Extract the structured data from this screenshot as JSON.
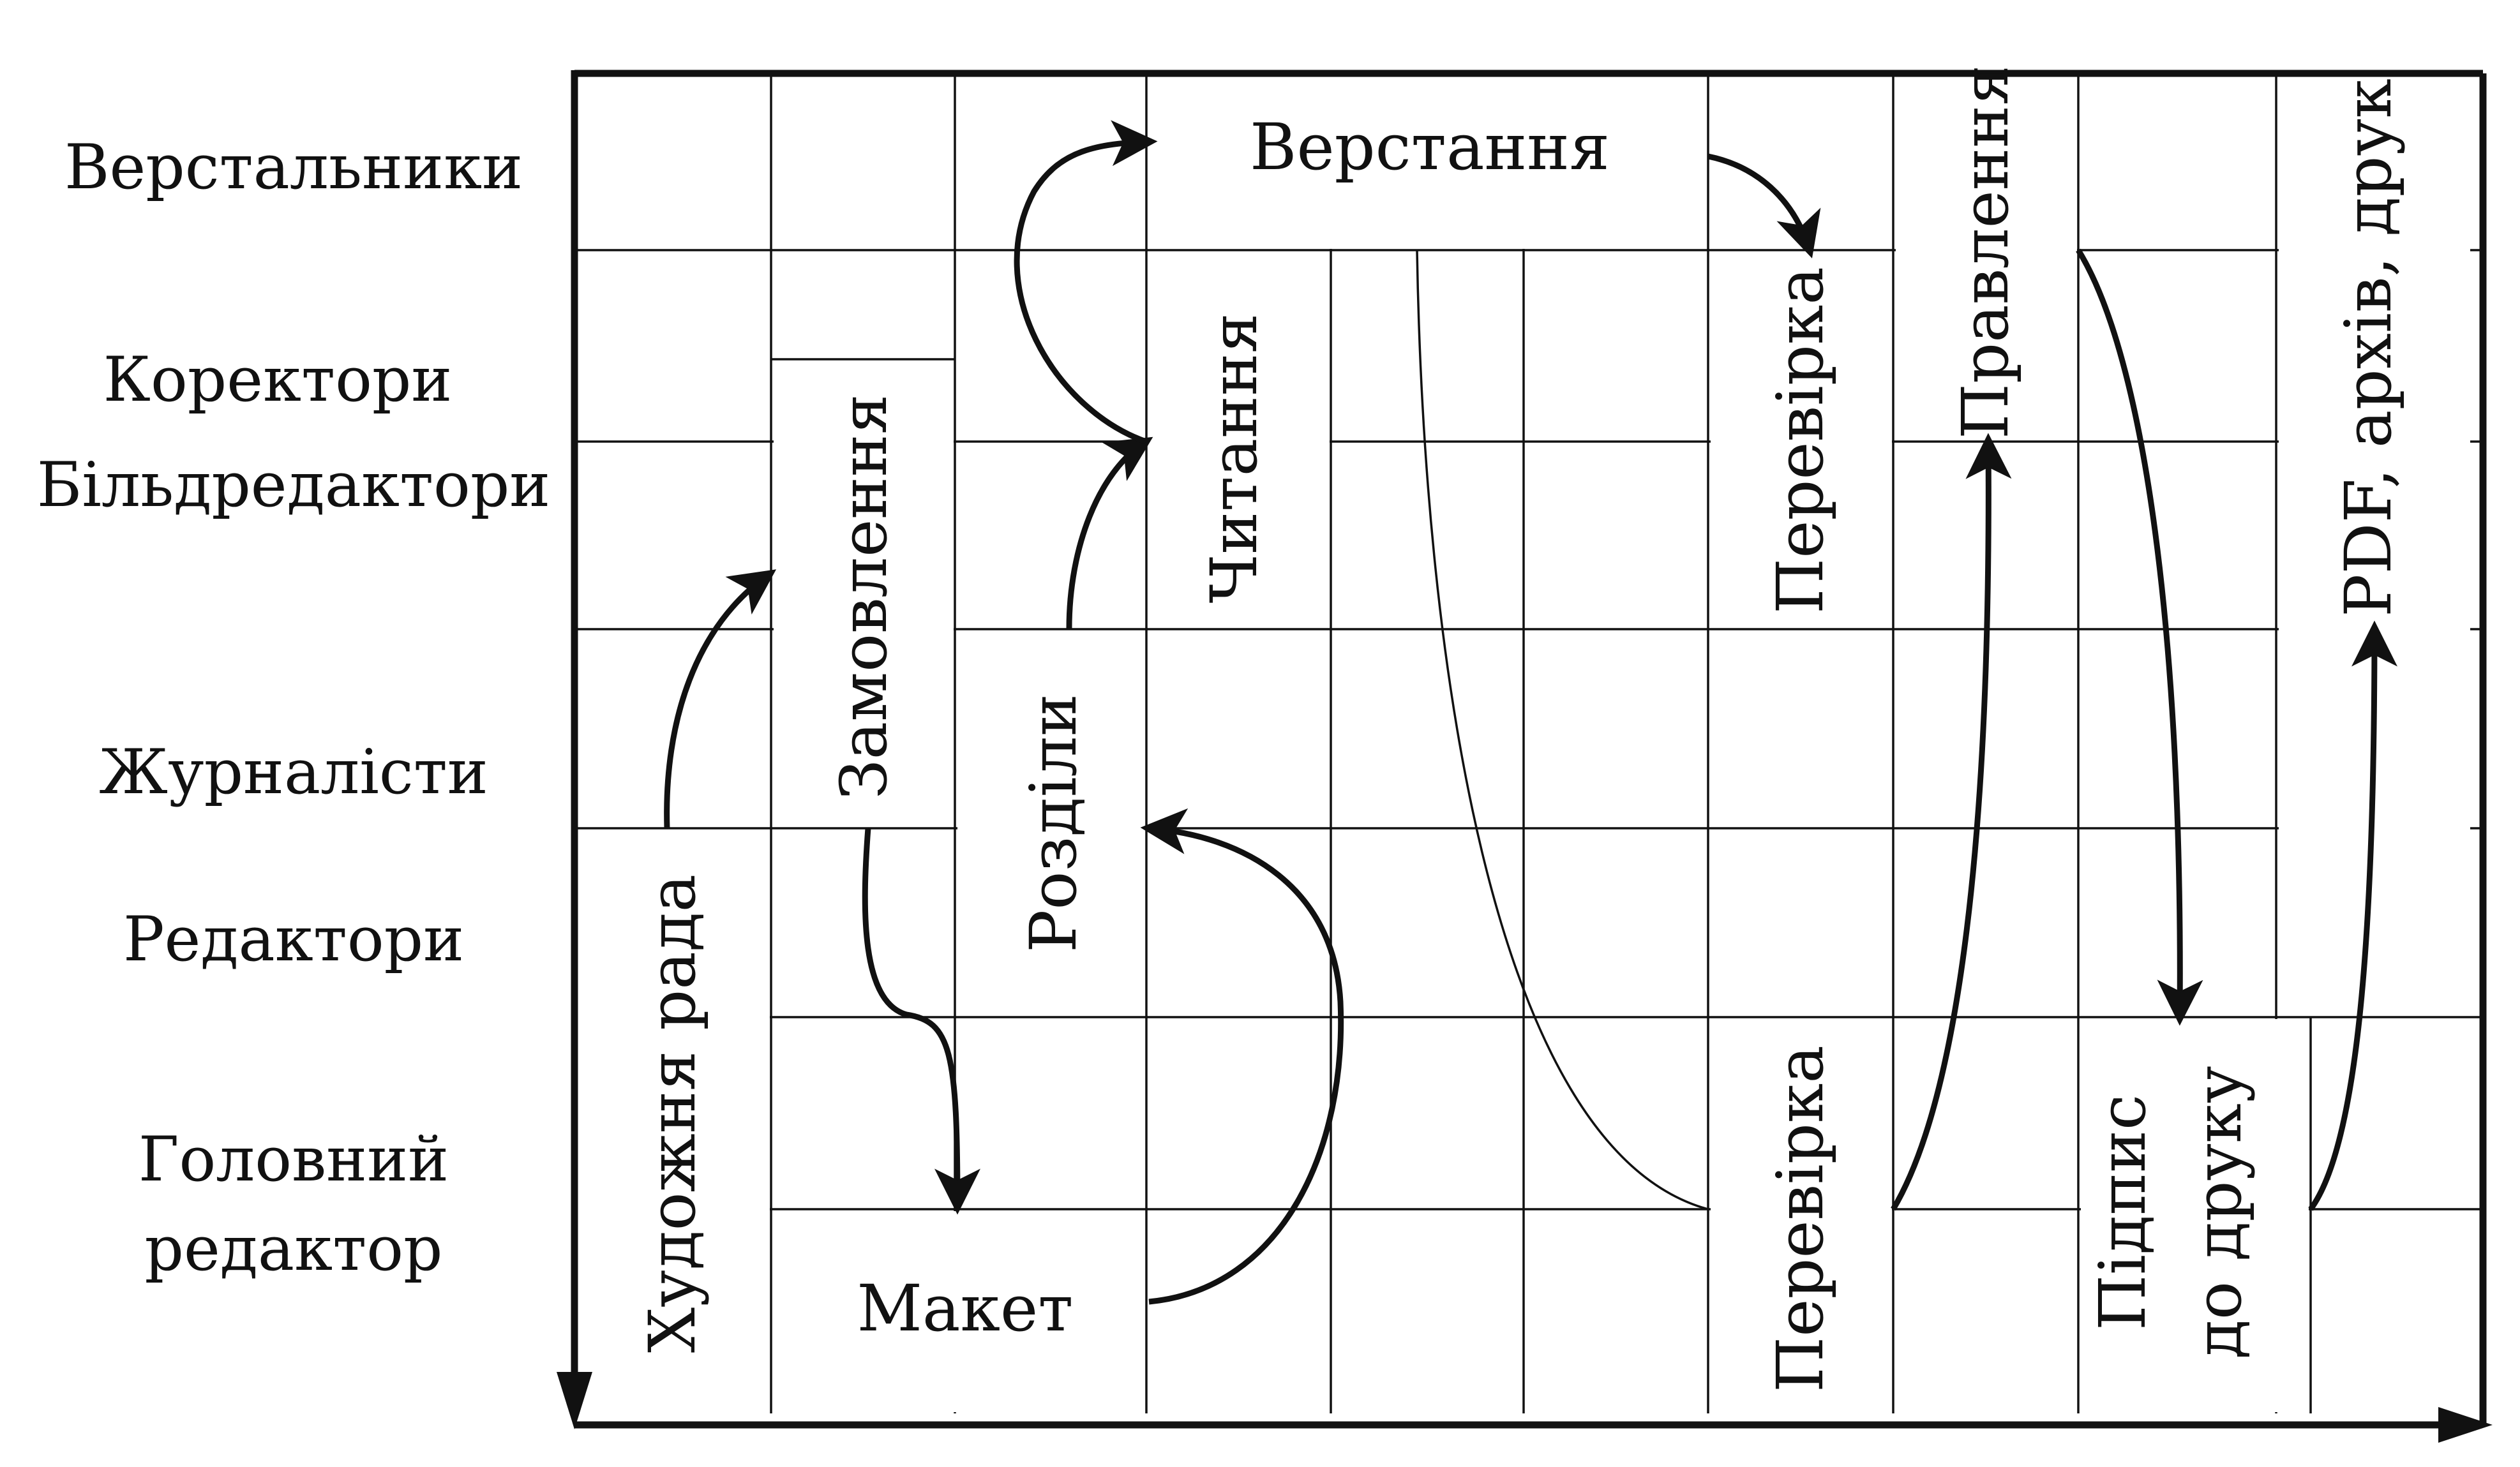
{
  "roles": {
    "typesetters": "Верстальники",
    "proofreaders": "Коректори",
    "photo_editors": "Більдредактори",
    "journalists": "Журналісти",
    "editors": "Редактори",
    "chief_editor_line1": "Головний",
    "chief_editor_line2": "редактор"
  },
  "tasks": {
    "typesetting": "Верстання",
    "order": "Замовлення",
    "reading": "Читання",
    "check_top": "Перевірка",
    "corrections": "Правлення",
    "pdf_archive": "PDF, архів, друк",
    "sections": "Розділи",
    "art_council": "Художня рада",
    "check_bottom": "Перевірка",
    "sign_line1": "Підпис",
    "sign_line2": "до друку",
    "layout": "Макет"
  }
}
